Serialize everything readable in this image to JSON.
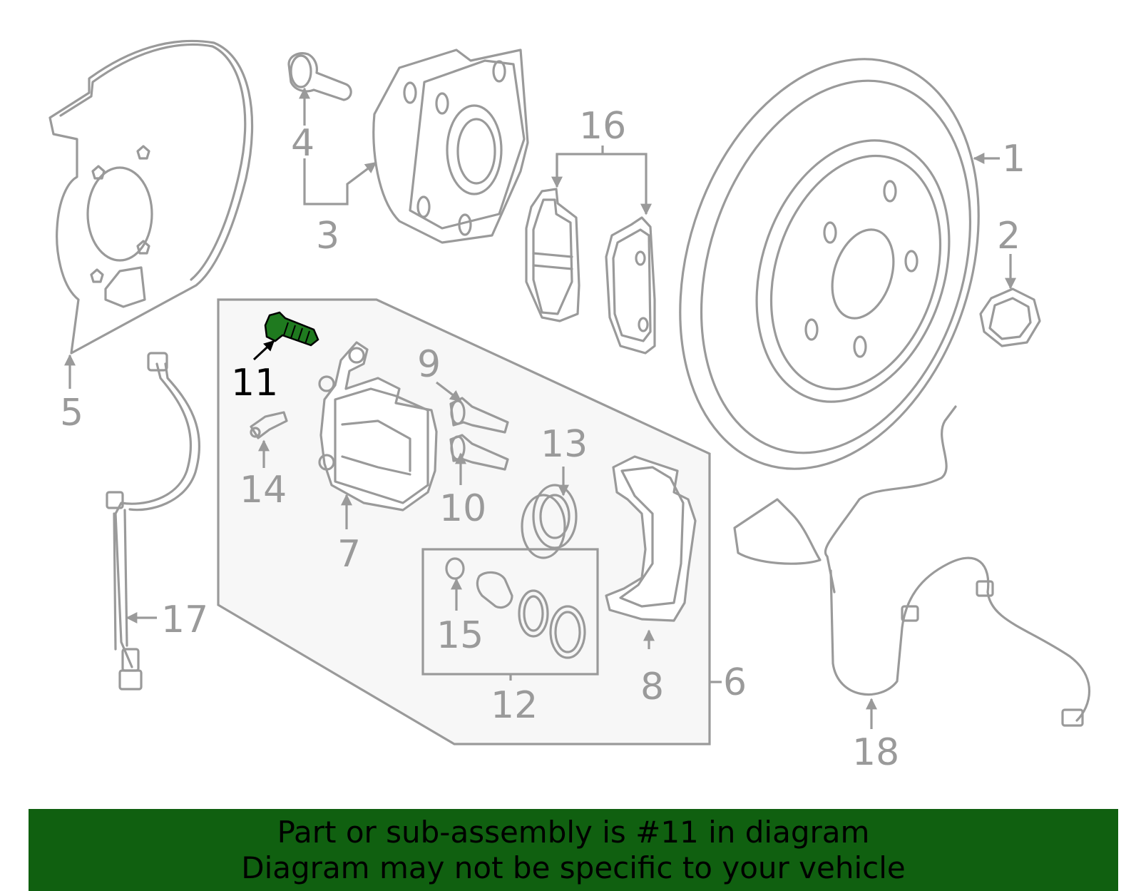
{
  "callouts": {
    "c1": "1",
    "c2": "2",
    "c3": "3",
    "c4": "4",
    "c5": "5",
    "c6": "6",
    "c7": "7",
    "c8": "8",
    "c9": "9",
    "c10": "10",
    "c11": "11",
    "c12": "12",
    "c13": "13",
    "c14": "14",
    "c15": "15",
    "c16": "16",
    "c17": "17",
    "c18": "18"
  },
  "highlighted_part": "11",
  "colors": {
    "line": "#9a9a9a",
    "highlight_part": "#1f7a1f",
    "banner_background": "#106010",
    "banner_text": "#000000"
  },
  "banner": {
    "line1": "Part or sub-assembly is #11 in diagram",
    "line2": "Diagram may not be specific to your vehicle"
  }
}
